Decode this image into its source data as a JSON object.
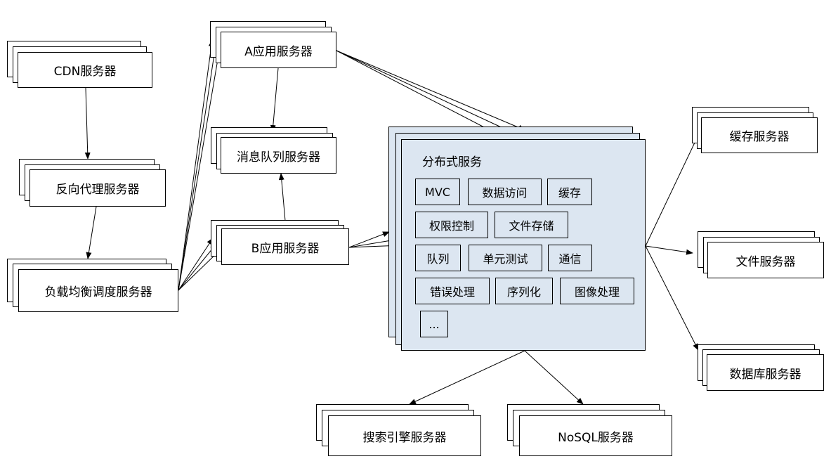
{
  "servers": {
    "cdn": "CDN服务器",
    "reverse_proxy": "反向代理服务器",
    "load_balancer": "负载均衡调度服务器",
    "app_a": "A应用服务器",
    "message_queue": "消息队列服务器",
    "app_b": "B应用服务器",
    "cache": "缓存服务器",
    "file": "文件服务器",
    "database": "数据库服务器",
    "search": "搜索引擎服务器",
    "nosql": "NoSQL服务器"
  },
  "distributed": {
    "title": "分布式服务",
    "modules": [
      "MVC",
      "数据访问",
      "缓存",
      "权限控制",
      "文件存储",
      "队列",
      "单元测试",
      "通信",
      "错误处理",
      "序列化",
      "图像处理",
      "..."
    ]
  }
}
